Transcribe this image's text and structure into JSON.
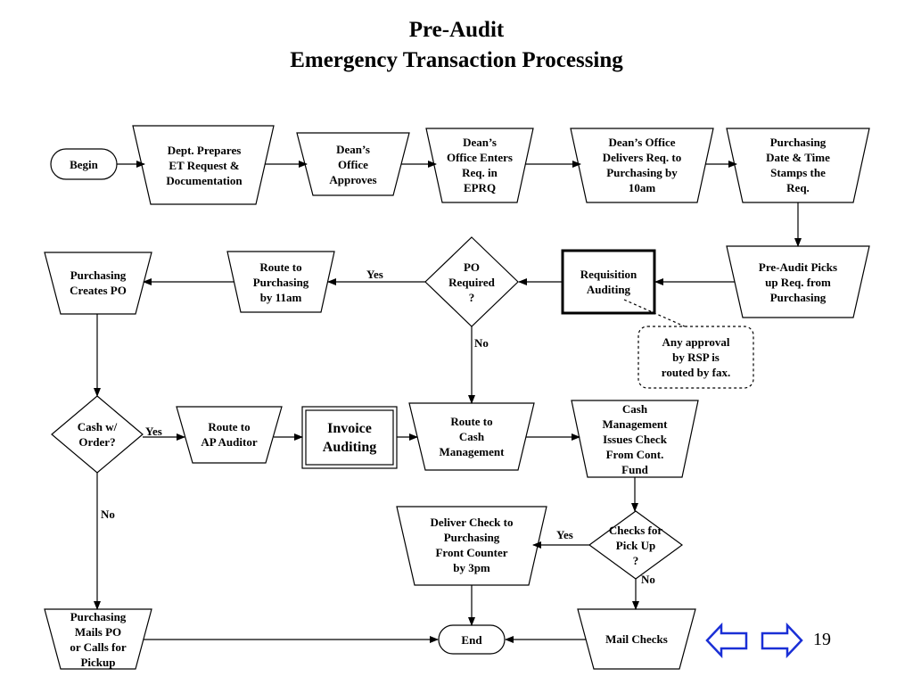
{
  "title": {
    "line1": "Pre-Audit",
    "line2": "Emergency Transaction Processing"
  },
  "nodes": {
    "begin": [
      "Begin"
    ],
    "dept_prepares": [
      "Dept. Prepares",
      "ET Request &",
      "Documentation"
    ],
    "deans_approves": [
      "Dean’s",
      "Office",
      "Approves"
    ],
    "deans_enters": [
      "Dean’s",
      "Office Enters",
      "Req. in",
      "EPRQ"
    ],
    "deans_delivers": [
      "Dean’s Office",
      "Delivers Req. to",
      "Purchasing by",
      "10am"
    ],
    "purchasing_stamps": [
      "Purchasing",
      "Date & Time",
      "Stamps the",
      "Req."
    ],
    "preaudit_picks": [
      "Pre-Audit Picks",
      "up Req. from",
      "Purchasing"
    ],
    "req_auditing": [
      "Requisition",
      "Auditing"
    ],
    "po_required": [
      "PO",
      "Required",
      "?"
    ],
    "route_purchasing": [
      "Route to",
      "Purchasing",
      "by 11am"
    ],
    "purchasing_creates": [
      "Purchasing",
      "Creates PO"
    ],
    "cash_with_order": [
      "Cash w/",
      "Order?"
    ],
    "route_ap": [
      "Route to",
      "AP Auditor"
    ],
    "invoice_auditing": [
      "Invoice",
      "Auditing"
    ],
    "route_cash": [
      "Route to",
      "Cash",
      "Management"
    ],
    "cash_mgmt_issues": [
      "Cash",
      "Management",
      "Issues Check",
      "From Cont.",
      "Fund"
    ],
    "checks_pickup": [
      "Checks for",
      "Pick Up",
      "?"
    ],
    "deliver_check": [
      "Deliver Check to",
      "Purchasing",
      "Front Counter",
      "by 3pm"
    ],
    "mail_checks": [
      "Mail Checks"
    ],
    "purchasing_mails": [
      "Purchasing",
      "Mails PO",
      "or Calls for",
      "Pickup"
    ],
    "end": [
      "End"
    ]
  },
  "callout": [
    "Any approval",
    "by RSP is",
    "routed by fax."
  ],
  "edge_labels": {
    "po_yes": "Yes",
    "po_no": "No",
    "cash_yes": "Yes",
    "cash_no": "No",
    "pickup_yes": "Yes",
    "pickup_no": "No"
  },
  "page_number": "19",
  "nav": {
    "back": "back-arrow-icon",
    "forward": "forward-arrow-icon"
  }
}
